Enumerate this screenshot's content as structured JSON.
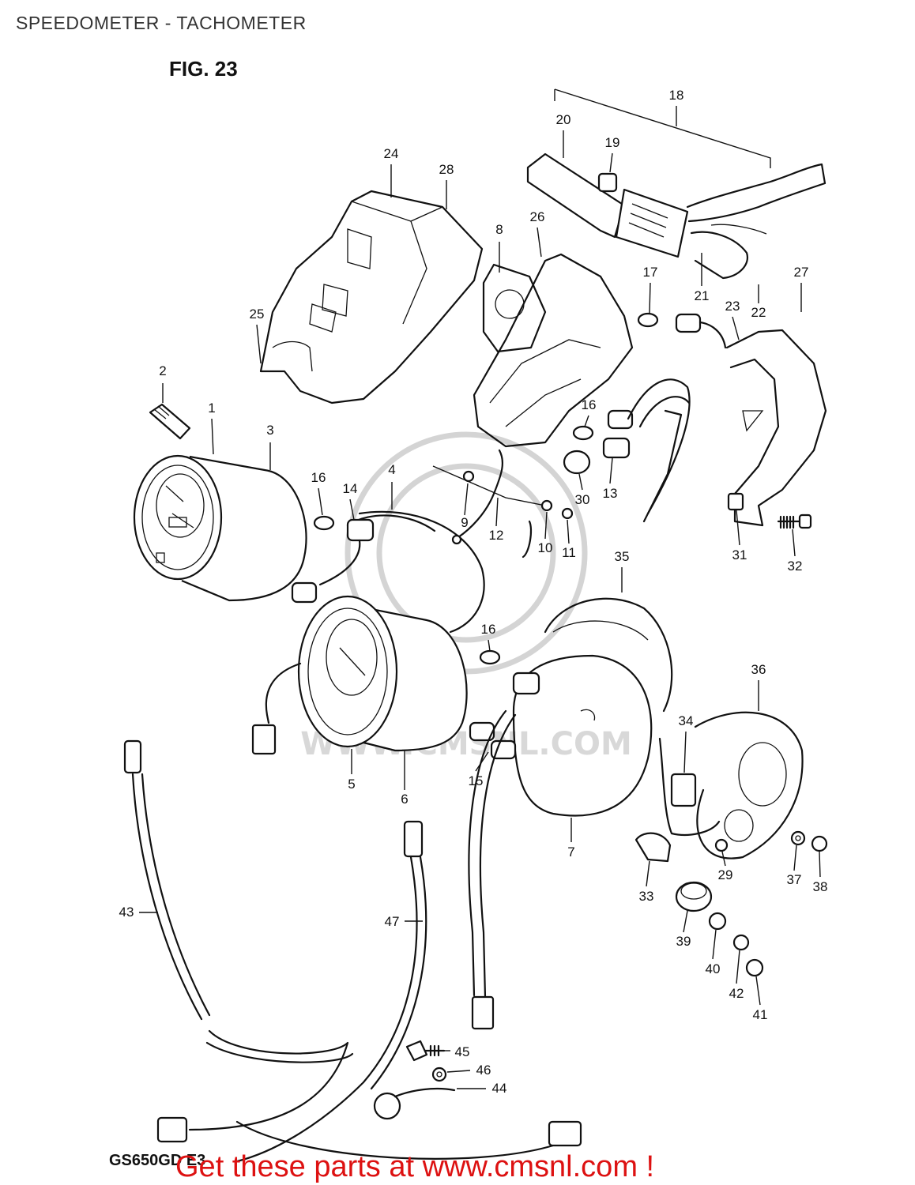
{
  "page": {
    "title": "SPEEDOMETER - TACHOMETER",
    "figure": "FIG. 23",
    "model": "GS650GD E3",
    "footer_link": "Get these parts at www.cmsnl.com !"
  },
  "watermark": {
    "text": "WWW.CMSNL.COM",
    "color": "#d4d4d4"
  },
  "colors": {
    "line_art": "#111111",
    "footer_link": "#dd1111"
  },
  "callouts": {
    "c1": "1",
    "c2": "2",
    "c3": "3",
    "c4": "4",
    "c5": "5",
    "c6": "6",
    "c7": "7",
    "c8": "8",
    "c9": "9",
    "c10": "10",
    "c11": "11",
    "c12": "12",
    "c13": "13",
    "c14": "14",
    "c15": "15",
    "c16a": "16",
    "c16b": "16",
    "c16c": "16",
    "c17": "17",
    "c18": "18",
    "c19": "19",
    "c20": "20",
    "c21": "21",
    "c22": "22",
    "c23": "23",
    "c24": "24",
    "c25": "25",
    "c26": "26",
    "c27": "27",
    "c28": "28",
    "c29": "29",
    "c30": "30",
    "c31": "31",
    "c32": "32",
    "c33": "33",
    "c34": "34",
    "c35": "35",
    "c36": "36",
    "c37": "37",
    "c38": "38",
    "c39": "39",
    "c40": "40",
    "c41": "41",
    "c42": "42",
    "c43": "43",
    "c44": "44",
    "c45": "45",
    "c46": "46",
    "c47": "47"
  }
}
